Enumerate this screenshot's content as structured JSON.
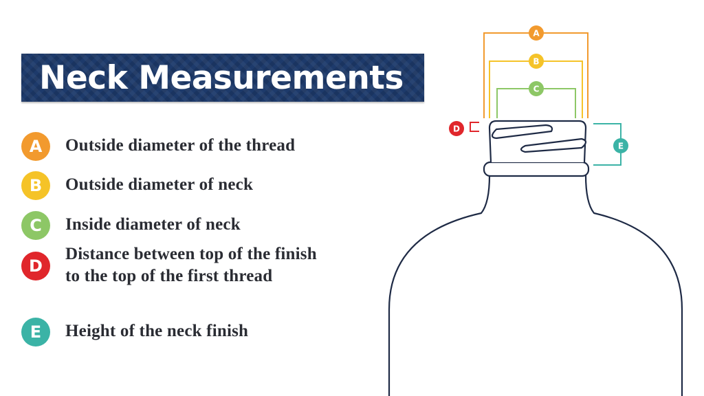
{
  "title": "Neck Measurements",
  "legend": [
    {
      "letter": "A",
      "text": "Outside diameter of the thread",
      "color": "#f29a2e"
    },
    {
      "letter": "B",
      "text": "Outside diameter of neck",
      "color": "#f5c328"
    },
    {
      "letter": "C",
      "text": "Inside diameter of neck",
      "color": "#8dc766"
    },
    {
      "letter": "D",
      "text": "Distance between top of the finish to the top of the first thread",
      "line1": "Distance between top of the finish",
      "line2": "to the top of the first thread",
      "color": "#e0262b"
    },
    {
      "letter": "E",
      "text": "Height of the neck finish",
      "color": "#3bb3a6"
    }
  ],
  "bottle_outline_color": "#1e2a45"
}
